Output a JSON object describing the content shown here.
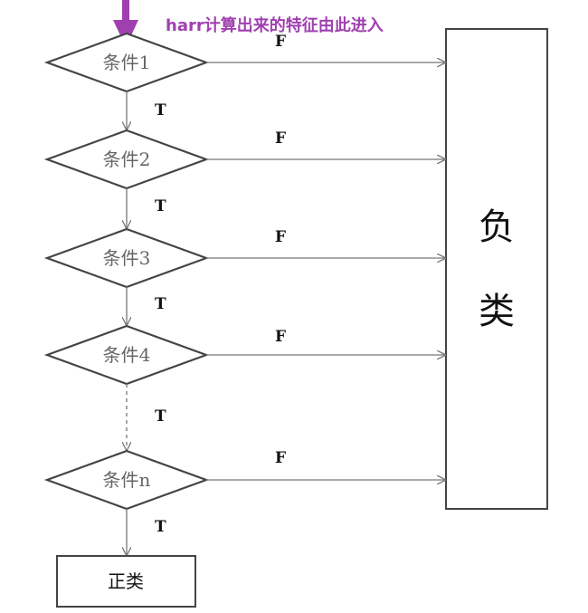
{
  "entry_note": "harr计算出来的特征由此进入",
  "conditions": [
    "条件1",
    "条件2",
    "条件3",
    "条件4",
    "条件n"
  ],
  "true_label": "T",
  "false_label": "F",
  "negative_class": [
    "负",
    "类"
  ],
  "positive_class": "正类",
  "colors": {
    "accent": "#a040b0",
    "stroke": "#444444",
    "edge": "#777777"
  }
}
